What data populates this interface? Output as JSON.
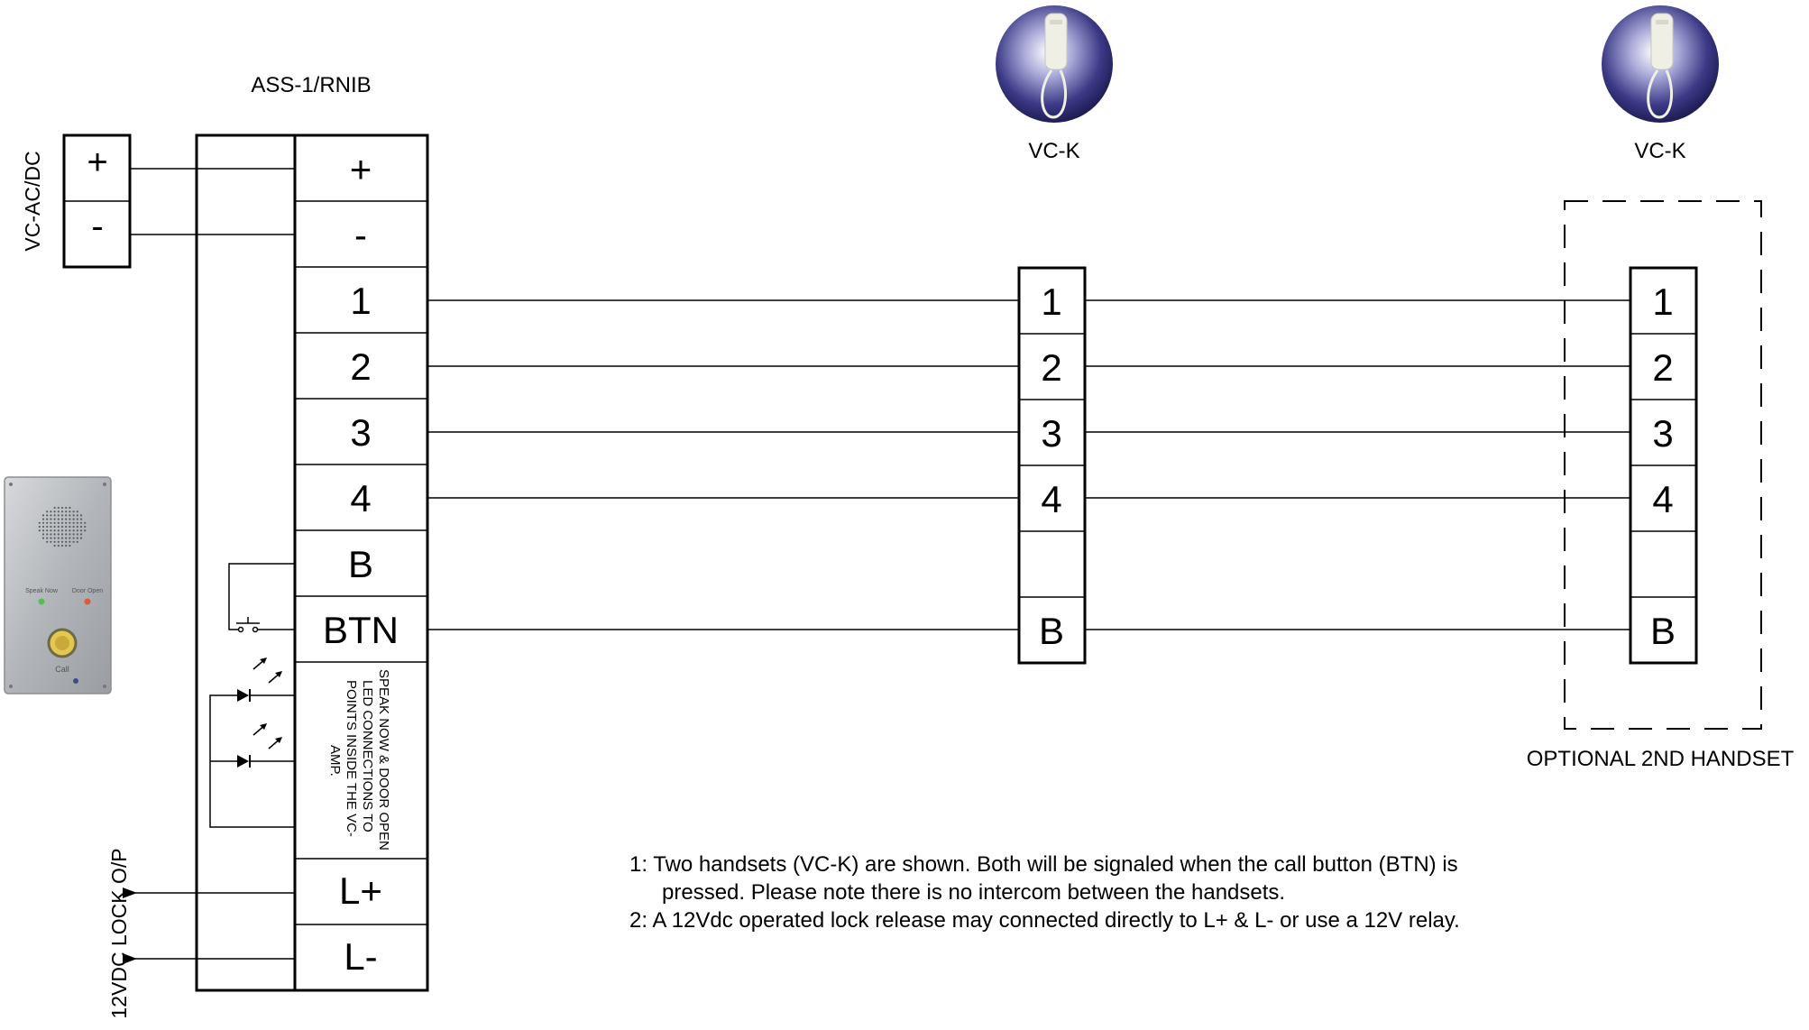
{
  "power": {
    "label": "VC-AC/DC",
    "terminals": [
      "+",
      "-"
    ]
  },
  "main_unit": {
    "title": "ASS-1/RNIB",
    "terminals": [
      "+",
      "-",
      "1",
      "2",
      "3",
      "4",
      "B",
      "BTN"
    ],
    "led_note": [
      "SPEAK NOW & DOOR OPEN",
      "LED CONNECTIONS TO",
      "POINTS INSIDE THE VC-",
      "AMP."
    ],
    "lock_terminals": [
      "L+",
      "L-"
    ]
  },
  "lock_output": {
    "label": "12VDC LOCK O/P"
  },
  "handset_1": {
    "label": "VC-K",
    "terminals": [
      "1",
      "2",
      "3",
      "4",
      "",
      "B"
    ]
  },
  "handset_2": {
    "label": "VC-K",
    "terminals": [
      "1",
      "2",
      "3",
      "4",
      "",
      "B"
    ],
    "group_label": "OPTIONAL 2ND HANDSET"
  },
  "panel_photo": {
    "text_left": "Speak Now",
    "text_right": "Door Open",
    "button_text": "Call"
  },
  "notes": [
    "1: Two handsets (VC-K) are shown. Both will be signaled when the call button (BTN) is",
    "pressed. Please note there is no intercom between the handsets.",
    "2: A 12Vdc operated lock release may connected directly to L+ & L- or use a 12V relay."
  ],
  "colors": {
    "line": "#000000",
    "handset_bg": "#3b3a86",
    "panel": "#b9bcc0"
  }
}
